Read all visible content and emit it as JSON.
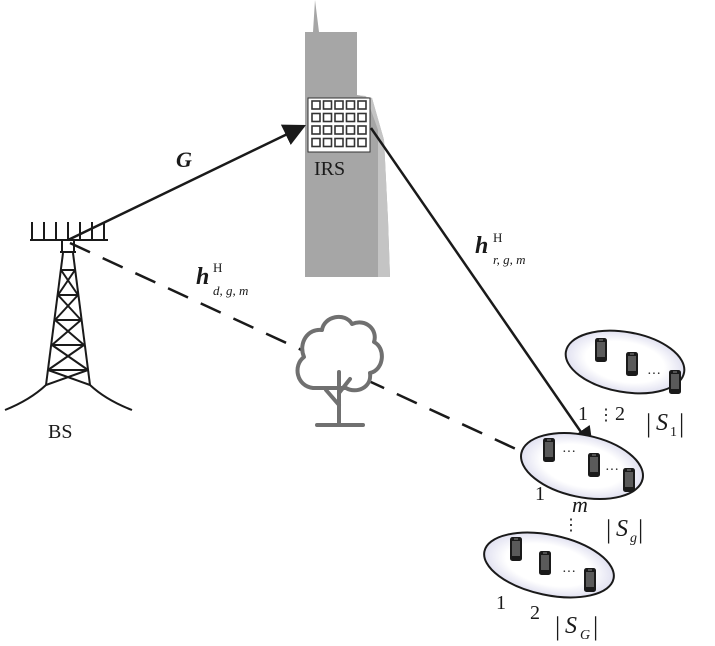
{
  "labels": {
    "bs": "BS",
    "irs": "IRS",
    "G": "G",
    "h": "h",
    "H": "H",
    "h_d_sub": "d, g, m",
    "h_r_sub": "r, g, m",
    "bar": "|",
    "S": "S",
    "sub_1": "1",
    "sub_g": "g",
    "sub_G": "G",
    "one": "1",
    "two": "2",
    "m": "m",
    "vdots": "⋮",
    "hdots": "···"
  },
  "colors": {
    "line": "#1a1a1a",
    "building": "#a6a6a6",
    "building_edge": "#8c8c8c",
    "tree": "#707070",
    "ellipse_inner": "#d8d8ee",
    "phone": "#1a1a1a"
  },
  "icons": {
    "tower": "bs-tower-icon",
    "building": "building-icon",
    "tree": "tree-icon",
    "phone": "phone-icon"
  }
}
